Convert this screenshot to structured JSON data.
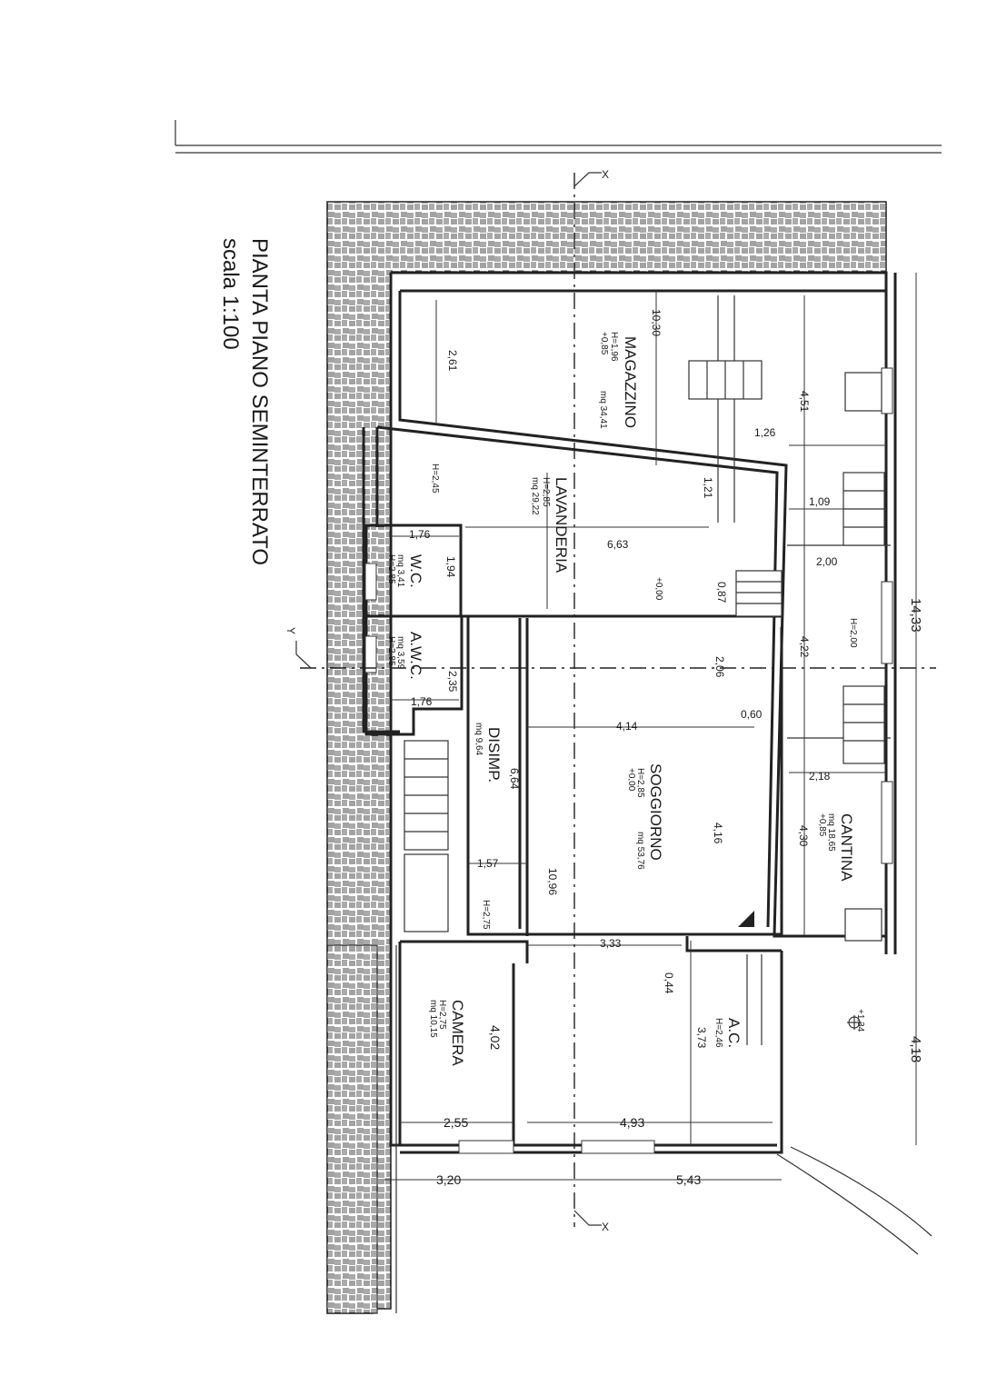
{
  "title": {
    "line1": "PIANTA PIANO SEMINTERRATO",
    "line2": "scala 1:100"
  },
  "section_marks": {
    "x_top": "X",
    "x_bottom": "X",
    "y": "Y"
  },
  "rooms": {
    "magazzino": {
      "name": "MAGAZZINO",
      "area": "mq 34,41",
      "height": "H=1,96",
      "level": "+0,85"
    },
    "lavanderia": {
      "name": "LAVANDERIA",
      "area": "mq 29,22",
      "height": "H=2,85",
      "height2": "H=2,45"
    },
    "wc": {
      "name": "W.C.",
      "area": "mq 3,41",
      "height": "H=2,85"
    },
    "awc": {
      "name": "A.W.C.",
      "area": "mq 3,59",
      "height": "H=2,85"
    },
    "disimp": {
      "name": "DISIMP.",
      "area": "mq 9,64",
      "height": "H=2,75"
    },
    "soggiorno": {
      "name": "SOGGIORNO",
      "area": "mq 53,76",
      "height": "H=2,85",
      "level": "+0,00"
    },
    "cantina": {
      "name": "CANTINA",
      "area": "mq 18,65",
      "level": "+0,85",
      "height": "H=2,00"
    },
    "camera": {
      "name": "CAMERA",
      "area": "mq 10,15",
      "height": "H=2,75"
    },
    "ac": {
      "name": "A.C.",
      "height": "H=2,46"
    }
  },
  "levels": {
    "center": "+0,00",
    "ext": "+1,34"
  },
  "dimensions": {
    "d_1030": "10,30",
    "d_261": "2,61",
    "d_451": "4,51",
    "d_126": "1,26",
    "d_121": "1,21",
    "d_109": "1,09",
    "d_200": "2,00",
    "d_176a": "1,76",
    "d_194": "1,94",
    "d_663": "6,63",
    "d_087": "0,87",
    "d_1433": "14,33",
    "d_422": "4,22",
    "d_206": "2,06",
    "d_235": "2,35",
    "d_176b": "1,76",
    "d_414": "4,14",
    "d_060": "0,60",
    "d_218": "2,18",
    "d_664": "6,64",
    "d_416": "4,16",
    "d_430": "4,30",
    "d_157": "1,57",
    "d_1096": "10,96",
    "d_333": "3,33",
    "d_044": "0,44",
    "d_402": "4,02",
    "d_373": "3,73",
    "d_418": "4,18",
    "d_255": "2,55",
    "d_493": "4,93",
    "d_320": "3,20",
    "d_543": "5,43"
  }
}
